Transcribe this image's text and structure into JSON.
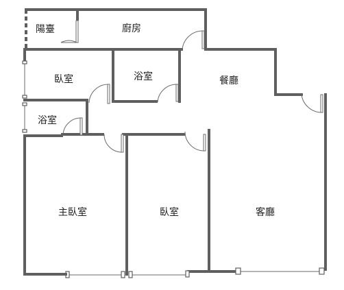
{
  "rooms": {
    "balcony": "陽臺",
    "kitchen": "廚房",
    "bedroom_top": "臥室",
    "bathroom_center": "浴室",
    "dining": "餐廳",
    "bathroom_left": "浴室",
    "master_bedroom": "主臥室",
    "bedroom_bottom": "臥室",
    "living": "客廳"
  },
  "colors": {
    "wall": "#5f5f5f",
    "background": "#ffffff",
    "text": "#222222"
  }
}
